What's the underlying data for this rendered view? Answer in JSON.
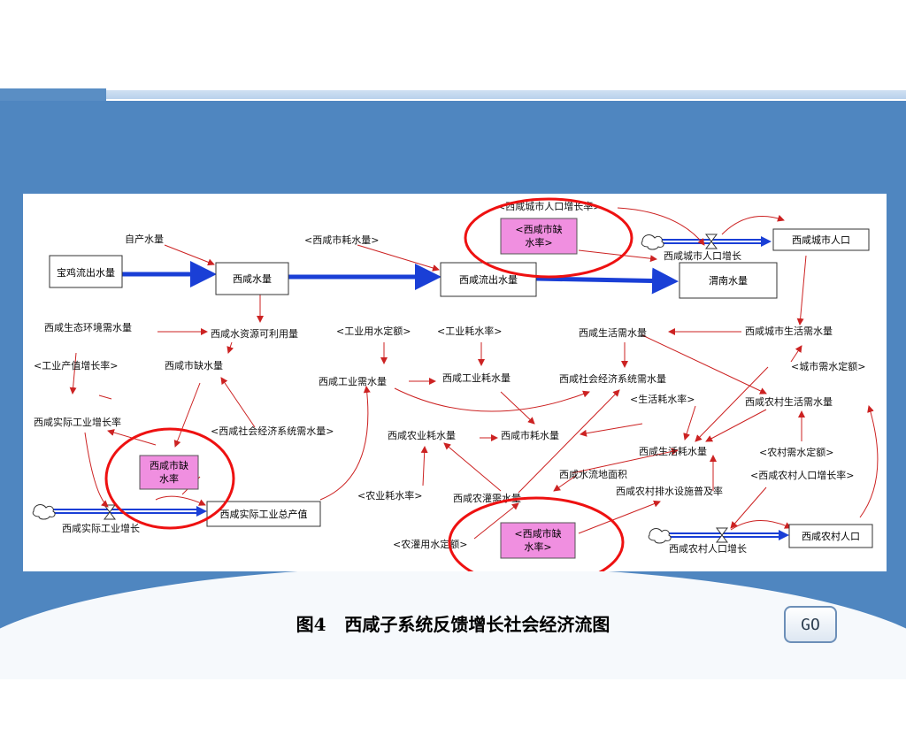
{
  "caption": {
    "label": "图4",
    "title": "西咸子系统反馈增长社会经济流图"
  },
  "go_button": {
    "label": "GO"
  },
  "colors": {
    "arrow": "#cc2222",
    "flow": "#1a3fd6",
    "highlight": "#ee1111",
    "shadow_fill": "#f08fe0",
    "background": "#4f86c0"
  },
  "diagram": {
    "stocks": [
      {
        "id": "baoji",
        "label": "宝鸡流出水量"
      },
      {
        "id": "xixian_water",
        "label": "西咸水量"
      },
      {
        "id": "xixian_outflow",
        "label": "西咸流出水量"
      },
      {
        "id": "weinan",
        "label": "渭南水量"
      },
      {
        "id": "city_pop",
        "label": "西咸城市人口"
      },
      {
        "id": "rural_pop",
        "label": "西咸农村人口"
      },
      {
        "id": "ind_output",
        "label": "西咸实际工业总产值"
      }
    ],
    "shadows": [
      {
        "id": "shadow1",
        "label": "<西咸市缺\n水率>"
      },
      {
        "id": "shadow2",
        "label": "西咸市缺\n水率"
      },
      {
        "id": "shadow3",
        "label": "<西咸市缺\n水率>"
      }
    ],
    "variables": [
      {
        "id": "v_selfprod",
        "label": "自产水量"
      },
      {
        "id": "v_cityuse",
        "label": "<西咸市耗水量>"
      },
      {
        "id": "v_citypopgrow_top",
        "label": "<西咸城市人口增长率>"
      },
      {
        "id": "v_citypopgrow",
        "label": "西咸城市人口增长"
      },
      {
        "id": "v_eco",
        "label": "西咸生态环境需水量"
      },
      {
        "id": "v_avail",
        "label": "西咸水资源可利用量"
      },
      {
        "id": "v_indquota",
        "label": "<工业用水定额>"
      },
      {
        "id": "v_indrate",
        "label": "<工业耗水率>"
      },
      {
        "id": "v_lifeneed",
        "label": "西咸生活需水量"
      },
      {
        "id": "v_citylifeneed",
        "label": "西咸城市生活需水量"
      },
      {
        "id": "v_indgrowrate_sh",
        "label": "<工业产值增长率>"
      },
      {
        "id": "v_shortage",
        "label": "西咸市缺水量"
      },
      {
        "id": "v_indneed",
        "label": "西咸工业需水量"
      },
      {
        "id": "v_induse",
        "label": "西咸工业耗水量"
      },
      {
        "id": "v_socneed",
        "label": "西咸社会经济系统需水量"
      },
      {
        "id": "v_cityquota",
        "label": "<城市需水定额>"
      },
      {
        "id": "v_realindrate",
        "label": "西咸实际工业增长率"
      },
      {
        "id": "v_lifeuserate",
        "label": "<生活耗水率>"
      },
      {
        "id": "v_rurallifeneed",
        "label": "西咸农村生活需水量"
      },
      {
        "id": "v_socneed_sh",
        "label": "<西咸社会经济系统需水量>"
      },
      {
        "id": "v_agriuse",
        "label": "西咸农业耗水量"
      },
      {
        "id": "v_cityuse2",
        "label": "西咸市耗水量"
      },
      {
        "id": "v_lifeuse",
        "label": "西咸生活耗水量"
      },
      {
        "id": "v_ruralquota",
        "label": "<农村需水定额>"
      },
      {
        "id": "v_basin",
        "label": "西咸水流地面积"
      },
      {
        "id": "v_ruralgrowrate",
        "label": "<西咸农村人口增长率>"
      },
      {
        "id": "v_agrirate",
        "label": "<农业耗水率>"
      },
      {
        "id": "v_irrneed",
        "label": "西咸农灌需水量"
      },
      {
        "id": "v_drain",
        "label": "西咸农村排水设施普及率"
      },
      {
        "id": "v_realindgrow",
        "label": "西咸实际工业增长"
      },
      {
        "id": "v_irrquota",
        "label": "<农灌用水定额>"
      },
      {
        "id": "v_ruralpopgrow",
        "label": "西咸农村人口增长"
      }
    ]
  }
}
